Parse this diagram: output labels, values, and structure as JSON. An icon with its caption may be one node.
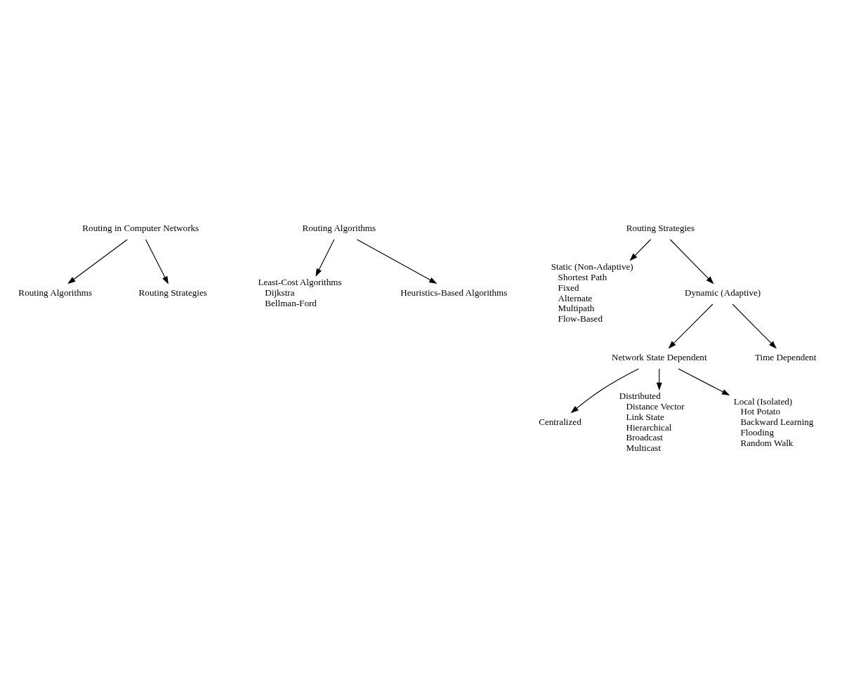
{
  "diagram": {
    "nodes": [
      {
        "text": [
          "Routing in Computer Networks"
        ]
      },
      {
        "text": [
          "Routing Algorithms"
        ]
      },
      {
        "text": [
          "Routing Strategies"
        ]
      },
      {
        "text": [
          "Routing Algorithms"
        ]
      },
      {
        "text": [
          "Least-Cost Algorithms",
          "Dijkstra",
          "Bellman-Ford"
        ]
      },
      {
        "text": [
          "Heuristics-Based Algorithms"
        ]
      },
      {
        "text": [
          "Routing Strategies"
        ]
      },
      {
        "text": [
          "Static (Non-Adaptive)",
          "Shortest Path",
          "Fixed",
          "Alternate",
          "Multipath",
          "Flow-Based"
        ]
      },
      {
        "text": [
          "Dynamic (Adaptive)"
        ]
      },
      {
        "text": [
          "Network State Dependent"
        ]
      },
      {
        "text": [
          "Time Dependent"
        ]
      },
      {
        "text": [
          "Centralized"
        ]
      },
      {
        "text": [
          "Distributed",
          "Distance Vector",
          "Link State",
          "Hierarchical",
          "Broadcast",
          "Multicast"
        ]
      },
      {
        "text": [
          "Local (Isolated)",
          "Hot Potato",
          "Backward Learning",
          "Flooding",
          "Random Walk"
        ]
      }
    ],
    "edges": [
      {
        "from": 0,
        "to": 1,
        "arrow": "to"
      },
      {
        "from": 0,
        "to": 2,
        "arrow": "to"
      },
      {
        "from": 3,
        "to": 4,
        "arrow": "to"
      },
      {
        "from": 3,
        "to": 5,
        "arrow": "to"
      },
      {
        "from": 6,
        "to": 7,
        "arrow": "to"
      },
      {
        "from": 6,
        "to": 8,
        "arrow": "to"
      },
      {
        "from": 8,
        "to": 9,
        "arrow": "to"
      },
      {
        "from": 8,
        "to": 10,
        "arrow": "to"
      },
      {
        "from": 9,
        "to": 11,
        "arrow": "to"
      },
      {
        "from": 9,
        "to": 12,
        "arrow": "to"
      },
      {
        "from": 9,
        "to": 13,
        "arrow": "to"
      }
    ]
  }
}
